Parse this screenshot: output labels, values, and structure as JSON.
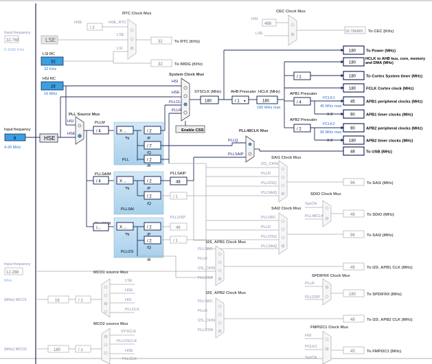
{
  "left_panel": {
    "input_freq_1": "Input frequency",
    "lse_value": "32.768",
    "lse_range": "0-1000 KHz",
    "lse_label": "LSE",
    "lsi_label": "LSI RC",
    "lsi_value": "32",
    "lsi_unit": "32 KHz",
    "hsi_label": "HSI RC",
    "hsi_value": "16",
    "hsi_unit": "16 MHz",
    "input_freq_2": "Input frequency",
    "hse_value": "8",
    "hse_range": "4-26 MHz",
    "hse_label": "HSE",
    "input_freq_3": "Input frequency",
    "i2s_value": "12.288",
    "i2s_unit": "MHz",
    "mco1_label": "(MHz) MCO1",
    "mco2_label": "(MHz) MCO2"
  },
  "rtc": {
    "title": "RTC Clock Mux",
    "hse_in": "HSE",
    "div": "/ 2",
    "hse_rtc": "HSE_RTC",
    "lse_in": "LSE",
    "lsi_in": "LSI",
    "rtc_value": "32",
    "rtc_out": "To RTC (KHz)",
    "iwdg_value": "32",
    "iwdg_out": "To IWDG (KHz)"
  },
  "cec": {
    "title": "CEC Clock Mux",
    "hsi_in": "HSI",
    "div": "488",
    "lse_in": "LSE",
    "value": "32.786885",
    "out": "To CEC (KHz)"
  },
  "sysclk": {
    "title": "System Clock Mux",
    "hsi_in": "HSI",
    "hse_in": "HSE",
    "pllclk_in": "PLLCLK",
    "pllr_in": "PLLR",
    "label": "SYSCLK (MHz)",
    "value": "180",
    "enable_css": "Enable CSS"
  },
  "ahb": {
    "prescaler_label": "AHB Prescaler",
    "prescaler": "/ 1",
    "hclk_label": "HCLK (MHz)",
    "hclk_value": "180",
    "hclk_max": "180 MHz max"
  },
  "apb1": {
    "label": "APB1 Prescaler",
    "prescaler": "/ 4",
    "pclk1": "PCLK1",
    "max": "45 MHz max",
    "x2": "X 2"
  },
  "apb2": {
    "label": "APB2 Prescaler",
    "prescaler": "/ 2",
    "pclk2": "PCLK2",
    "max": "90 MHz max",
    "x2": "X 2"
  },
  "cortex_div": "/ 1",
  "outputs": [
    {
      "value": "180",
      "label": "To Power (MHz)"
    },
    {
      "value": "180",
      "label": "HCLK to AHB bus, core, memory and DMA (MHz)"
    },
    {
      "value": "180",
      "label": "To Cortex System timer (MHz)"
    },
    {
      "value": "180",
      "label": "FCLK Cortex clock (MHz)"
    },
    {
      "value": "45",
      "label": "APB1 peripheral clocks (MHz)"
    },
    {
      "value": "90",
      "label": "APB1 timer clocks (MHz)"
    },
    {
      "value": "90",
      "label": "APB2 peripheral clocks (MHz)"
    },
    {
      "value": "180",
      "label": "APB2 timer clocks (MHz)"
    },
    {
      "value": "48",
      "label": "To USB (MHz)"
    }
  ],
  "pll_source": {
    "title": "PLL Source Mux",
    "hsi_in": "HSI",
    "hse_in": "HSE"
  },
  "pll": {
    "pllm_label": "PLLM",
    "pllm": "/ 4",
    "mult": "X ...",
    "n_label": "*N",
    "p_div": "/ 2",
    "p_label": "/P",
    "q_div": "/ 7",
    "q_label": "/Q",
    "r_div": "/ 2",
    "r_label": "/R",
    "name": "PLL"
  },
  "pllsai": {
    "pllsaim_label": "PLLSAIM",
    "pllsaim": "/ 4",
    "mult": "X ...",
    "n_label": "*N",
    "p_div": "/ 2",
    "p_label": "/P",
    "q_div": "/ 2",
    "q_label": "/Q",
    "pllsaip_label": "PLLSAIP",
    "pllsaip_value": "48",
    "q_out_div": "/ 1",
    "name": "PLLSAI"
  },
  "plli2s": {
    "plli2sm_label": "PLLI2SM",
    "plli2sm": "/...",
    "mult": "X ...",
    "n_label": "*N",
    "p_div": "/ 2",
    "p_label": "/P",
    "q_div": "/ 2",
    "q_label": "/Q",
    "r_label": "/R",
    "plli2sp_label": "PLLI2SP",
    "plli2sp_value": "48",
    "q_out_div": "/ 1",
    "name": "PLLI2S"
  },
  "pll48": {
    "title": "PLL48CLK Mux",
    "pllq": "PLLQ",
    "pllsaip": "PLLSAIP"
  },
  "sai1": {
    "title": "SAI1 Clock Mux",
    "in1": "I2S_CKIN",
    "in2": "PLLR",
    "in3": "PLLI2SQ",
    "in4": "PLLSAIQ",
    "value": "96",
    "out": "To SAI1 (MHz)"
  },
  "sdio": {
    "title": "SDIO Clock Mux",
    "in1": "SysClk",
    "in2": "PLL48CLK",
    "value": "48",
    "out": "To SDIO (MHz)"
  },
  "sai2": {
    "title": "SAI2 Clock Mux",
    "in1": "PLLSRC",
    "in2": "PLLR",
    "in3": "PLLI2SQ",
    "in4": "PLLSAIQ",
    "value": "96",
    "out": "To SAI2 (MHz)"
  },
  "i2s_apb1": {
    "title": "I2S_APB1 Clock Mux",
    "in1": "PLLSRC",
    "in2": "PLLR",
    "in3": "I2S_CKIN",
    "in4": "PLLI2SR",
    "value": "48",
    "out": "To I2S_APB1 CLK (MHz)"
  },
  "mco1": {
    "title": "MCO1 source Mux",
    "in1": "LSE",
    "in2": "HSE",
    "in3": "HSI",
    "in4": "PLLCLK",
    "value": "16",
    "div": "/ 1"
  },
  "spdif": {
    "title": "SPDIFRX Clock Mux",
    "in1": "PLLR",
    "in2": "PLLI2SP",
    "value": "180",
    "out": "To SPDIFRX (MHz)"
  },
  "i2s_apb2": {
    "title": "I2S_APB2 Clock Mux",
    "in1": "PLLSRC",
    "in2": "PLLR",
    "in3": "I2S_CKIN",
    "in4": "PLLI2SR",
    "value": "48",
    "out": "To I2S_APB2 CLK (MHz)"
  },
  "mco2": {
    "title": "MCO2 source Mux",
    "in1": "SYSCLK",
    "in2": "PLLI2SCLK",
    "in3": "HSE",
    "in4": "PLLCLK",
    "value": "180",
    "div": "/ 1"
  },
  "fmpi2c": {
    "title": "FMPI2C1 Clock Mux",
    "in1": "HSI",
    "in2": "PCLK1",
    "in3": "SysClk",
    "value": "45",
    "out": "To FMPI2C1 (MHz)"
  }
}
